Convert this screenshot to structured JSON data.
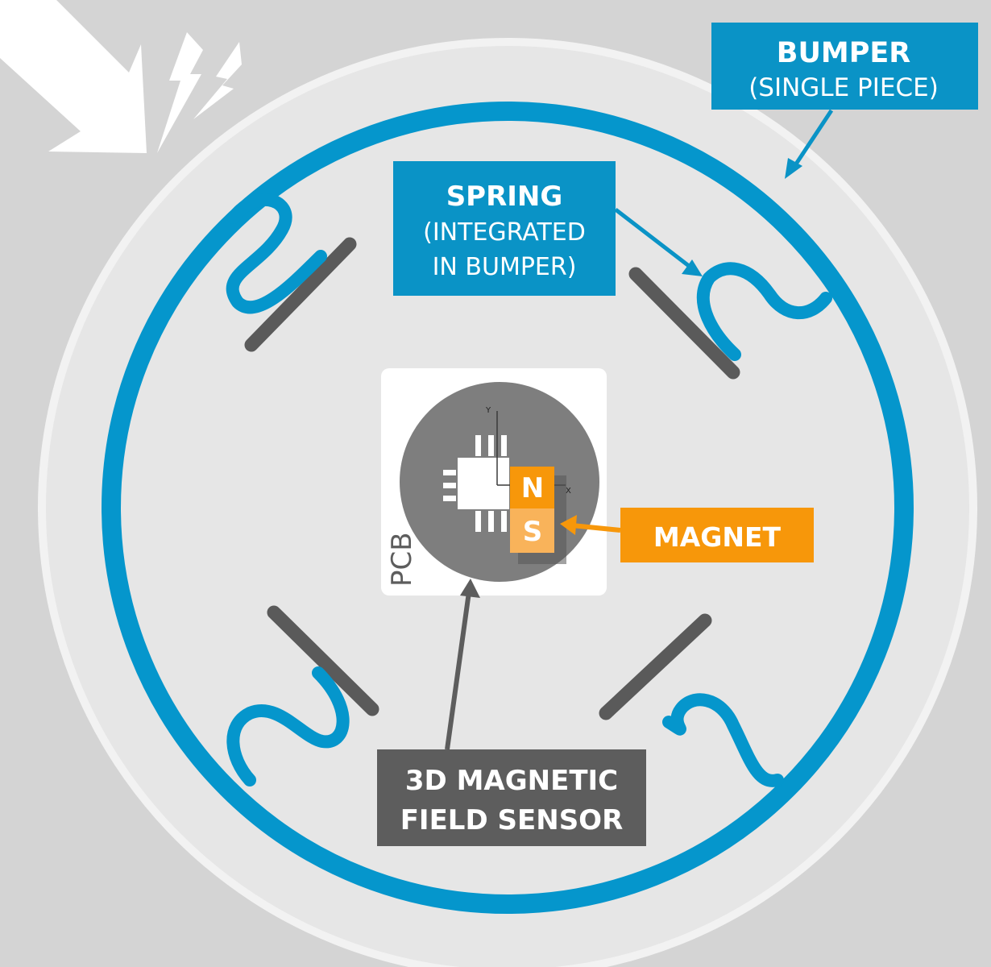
{
  "labels": {
    "bumper_title": "BUMPER",
    "bumper_sub": "(SINGLE PIECE)",
    "spring_title": "SPRING",
    "spring_sub1": "(INTEGRATED",
    "spring_sub2": "IN BUMPER)",
    "magnet": "MAGNET",
    "sensor_line1": "3D MAGNETIC",
    "sensor_line2": "FIELD SENSOR",
    "pcb": "PCB",
    "north": "N",
    "south": "S",
    "axis_x": "X",
    "axis_y": "Y"
  },
  "colors": {
    "background": "#d4d4d4",
    "outer_disc": "#e6e6e6",
    "bumper_blue": "#0596cc",
    "label_blue": "#0a93c6",
    "magnet_orange": "#f7970a",
    "magnet_light": "#f9b35a",
    "sensor_gray": "#5d5d5d",
    "pcb_disc": "#7e7e7e",
    "plunger_gray": "#5a5a5a"
  },
  "icons": {
    "impact_arrow": "arrow-icon",
    "lightning": "lightning-icon",
    "chip": "chip-icon"
  }
}
